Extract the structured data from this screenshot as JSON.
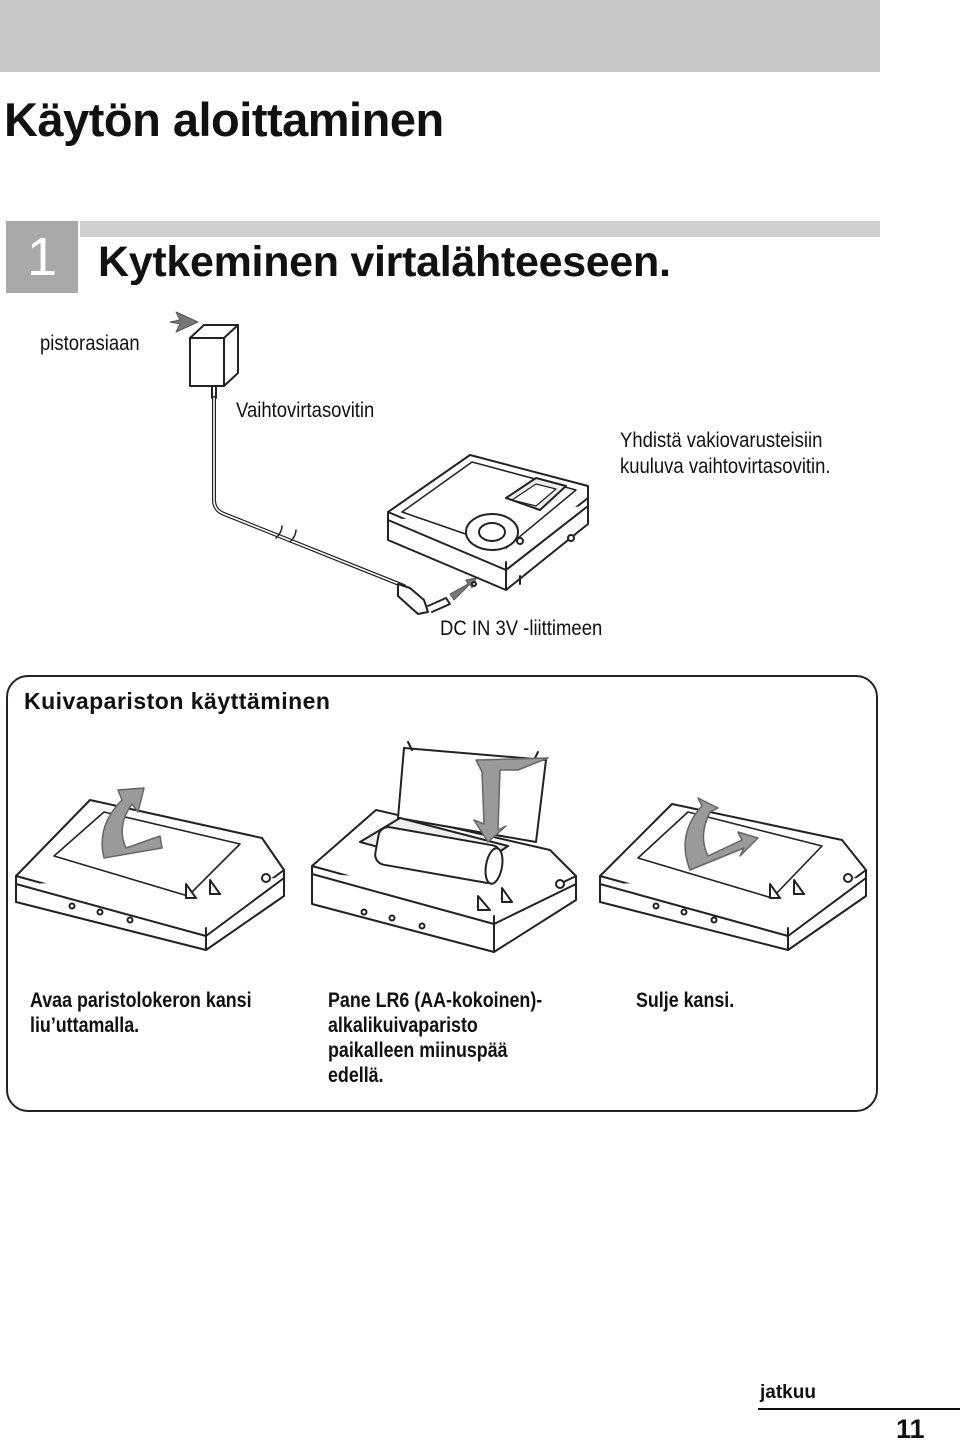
{
  "page": {
    "title": "Käytön aloittaminen",
    "page_number": "11",
    "continue_label": "jatkuu"
  },
  "step1": {
    "number": "1",
    "title": "Kytkeminen virtalähteeseen.",
    "labels": {
      "outlet": "pistorasiaan",
      "adapter": "Vaihtovirtasovitin",
      "instruction_line1": "Yhdistä vakiovarusteisiin",
      "instruction_line2": "kuuluva vaihtovirtasovitin.",
      "dc_in": "DC IN 3V -liittimeen"
    }
  },
  "battery_section": {
    "title": "Kuivapariston käyttäminen",
    "steps": [
      {
        "lines": [
          "Avaa paristolokeron kansi",
          "liu’uttamalla."
        ]
      },
      {
        "lines": [
          "Pane LR6 (AA-kokoinen)-",
          "alkalikuivaparisto",
          "paikalleen miinuspää",
          "edellä."
        ]
      },
      {
        "lines": [
          "Sulje kansi."
        ]
      }
    ]
  }
}
